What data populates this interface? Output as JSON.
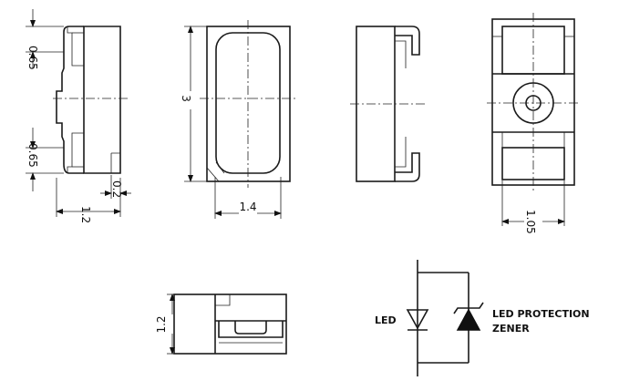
{
  "dimensions": {
    "side_top_pad": "0.65",
    "side_bottom_pad": "0.65",
    "side_small": "0.2",
    "side_width": "1.2",
    "front_height": "3",
    "front_width": "1.4",
    "back_width": "1.05",
    "bottom_height": "1.2"
  },
  "schematic": {
    "led_label": "LED",
    "zener_label_line1": "LED PROTECTION",
    "zener_label_line2": "ZENER"
  },
  "colors": {
    "line": "#1a1a1a",
    "background": "#ffffff"
  }
}
